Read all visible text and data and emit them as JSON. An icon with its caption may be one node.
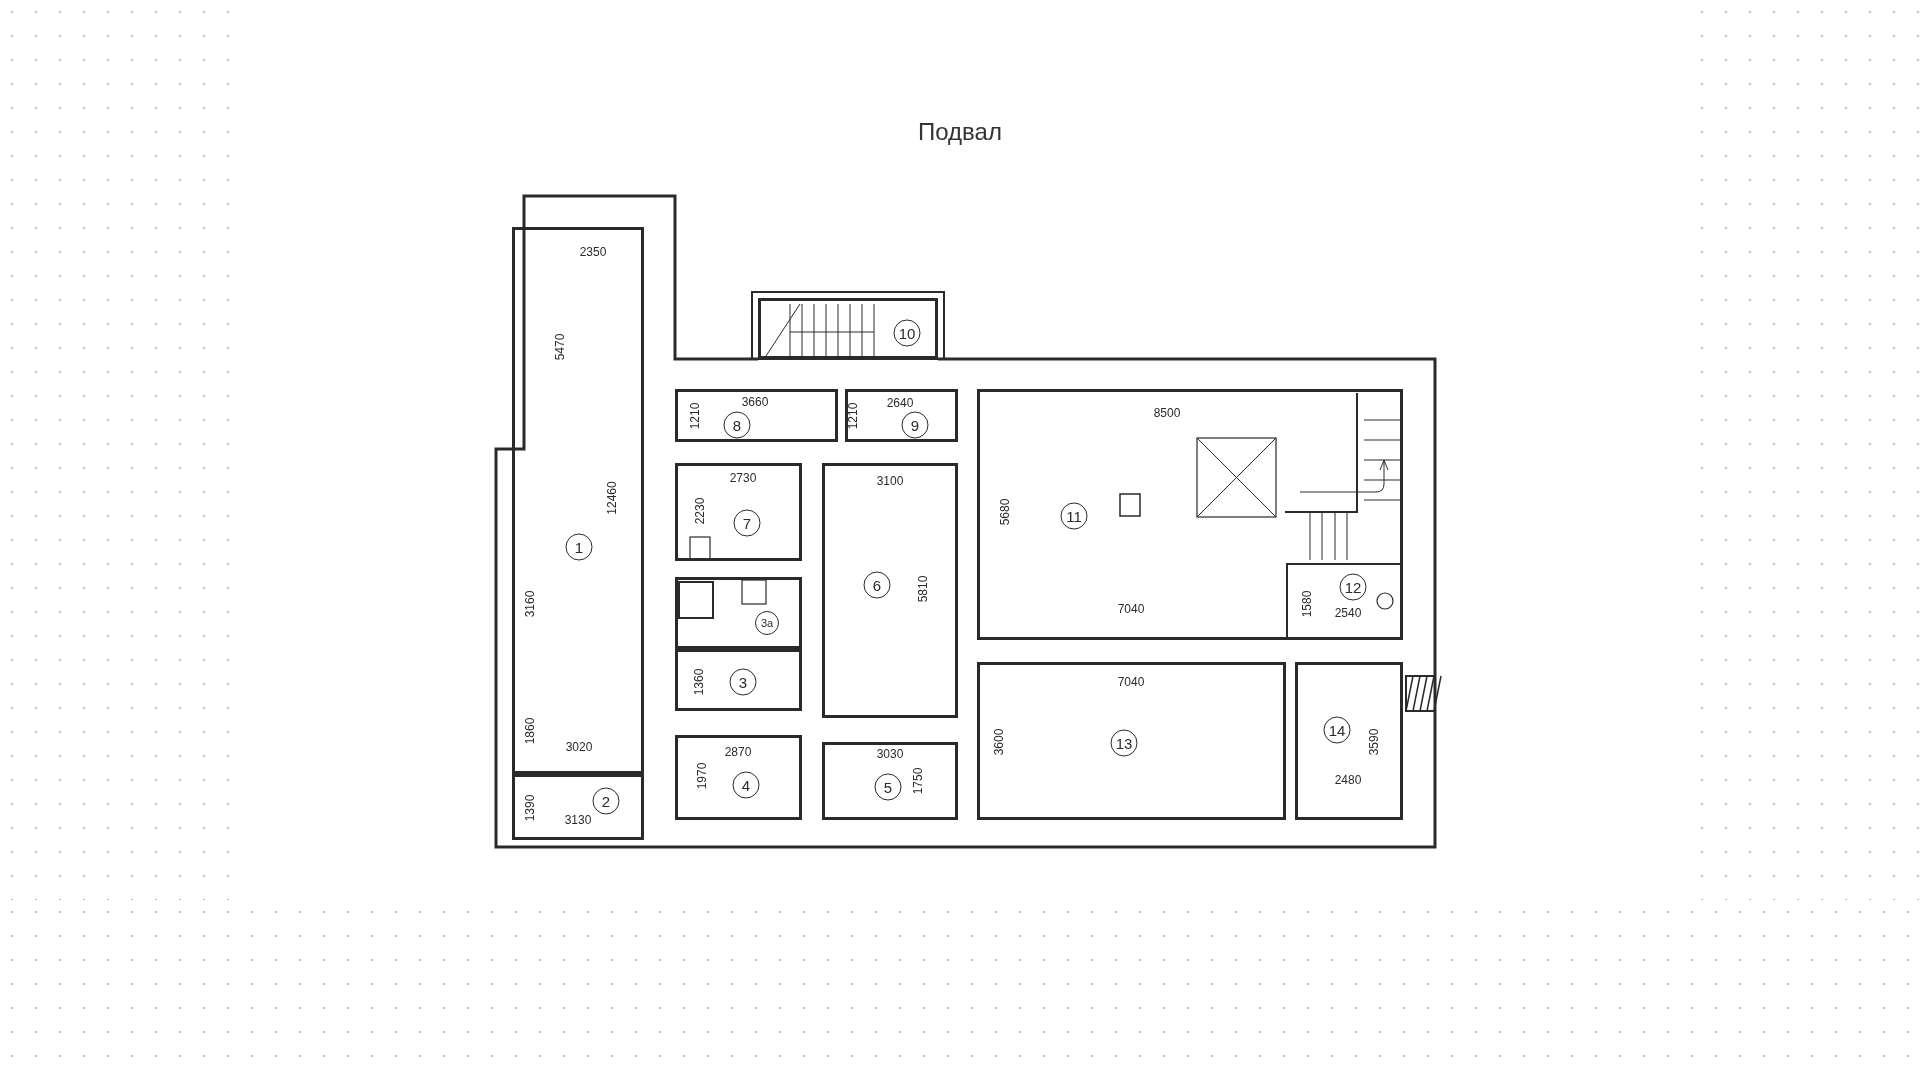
{
  "diagram": {
    "title": "Подвал",
    "nodes": [
      {
        "text": [
          "1"
        ]
      },
      {
        "text": [
          "2"
        ]
      },
      {
        "text": [
          "3"
        ]
      },
      {
        "text": [
          "3а"
        ]
      },
      {
        "text": [
          "4"
        ]
      },
      {
        "text": [
          "5"
        ]
      },
      {
        "text": [
          "6"
        ]
      },
      {
        "text": [
          "7"
        ]
      },
      {
        "text": [
          "8"
        ]
      },
      {
        "text": [
          "9"
        ]
      },
      {
        "text": [
          "10"
        ]
      },
      {
        "text": [
          "11"
        ]
      },
      {
        "text": [
          "12"
        ],
        "in": 11
      },
      {
        "text": [
          "13"
        ]
      },
      {
        "text": [
          "14"
        ]
      }
    ],
    "labels": [
      "2350",
      "5470",
      "3660",
      "1210",
      "1210",
      "2640",
      "8500",
      "12460",
      "2730",
      "3100",
      "2230",
      "5680",
      "3160",
      "5810",
      "7040",
      "1580",
      "2540",
      "1360",
      "7040",
      "1860",
      "3020",
      "2870",
      "3030",
      "3600",
      "3590",
      "2480",
      "1970",
      "1750",
      "1390",
      "3130"
    ]
  }
}
